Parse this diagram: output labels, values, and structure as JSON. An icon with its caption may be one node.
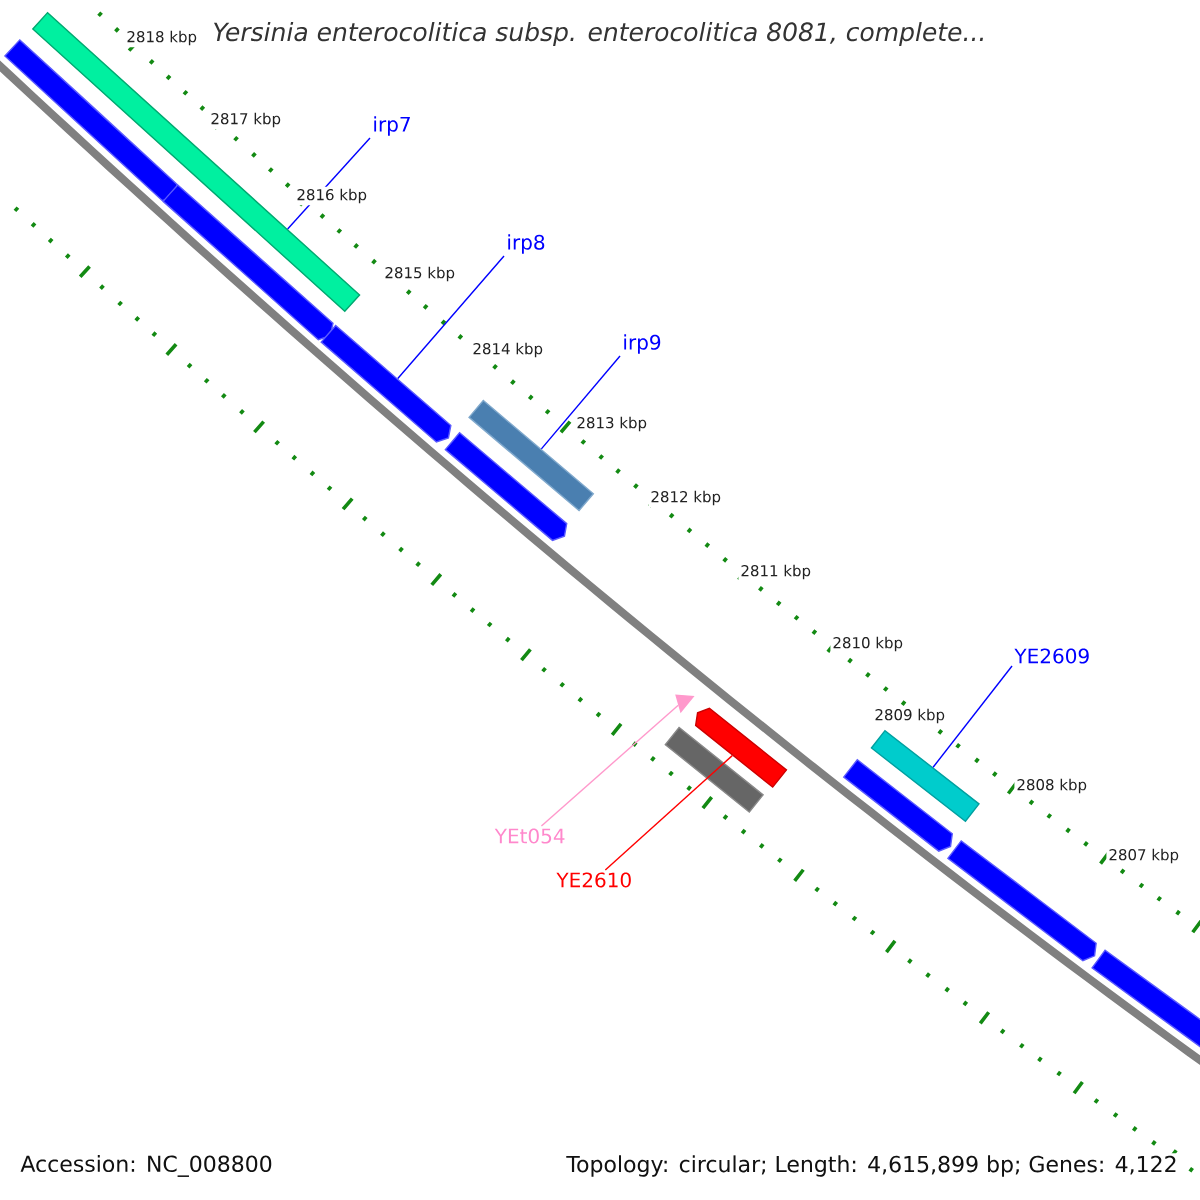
{
  "diagram": {
    "title": "Yersinia enterocolitica subsp. enterocolitica 8081, complete...",
    "nodes": [
      {
        "text": [
          "irp7"
        ]
      },
      {
        "text": [
          "irp8"
        ]
      },
      {
        "text": [
          "irp9"
        ]
      },
      {
        "text": [
          "YE2609"
        ]
      },
      {
        "text": [
          "YEt054"
        ]
      },
      {
        "text": [
          "YE2610"
        ]
      },
      {
        "text": [],
        "shape": "arrow"
      },
      {
        "text": [],
        "shape": "bar"
      },
      {
        "text": [],
        "shape": "arrow"
      },
      {
        "text": [],
        "shape": "arrow"
      },
      {
        "text": [],
        "shape": "arrow"
      },
      {
        "text": [],
        "shape": "bar"
      },
      {
        "text": [],
        "shape": "bar"
      },
      {
        "text": [],
        "shape": "triangle"
      },
      {
        "text": [],
        "shape": "arrow"
      },
      {
        "text": [],
        "shape": "arrow"
      },
      {
        "text": [],
        "shape": "bar"
      },
      {
        "text": [],
        "shape": "arrow"
      },
      {
        "text": [],
        "shape": "arrow"
      }
    ],
    "edges": [
      {
        "from": 0,
        "to": 7,
        "arrow": "none"
      },
      {
        "from": 1,
        "to": 9,
        "arrow": "none"
      },
      {
        "from": 2,
        "to": 11,
        "arrow": "none"
      },
      {
        "from": 3,
        "to": 16,
        "arrow": "none"
      },
      {
        "from": 4,
        "to": 13,
        "arrow": "none",
        "color": "#ff99cc"
      },
      {
        "from": 5,
        "to": 14,
        "arrow": "none",
        "color": "#ff0000"
      }
    ],
    "labels": [
      "2818 kbp",
      "2817 kbp",
      "2816 kbp",
      "2815 kbp",
      "2814 kbp",
      "2813 kbp",
      "2812 kbp",
      "2811 kbp",
      "2810 kbp",
      "2809 kbp",
      "2808 kbp",
      "2807 kbp",
      "Accession: NC_008800",
      "Topology: circular; Length: 4,615,899 bp; Genes: 4,122"
    ]
  }
}
